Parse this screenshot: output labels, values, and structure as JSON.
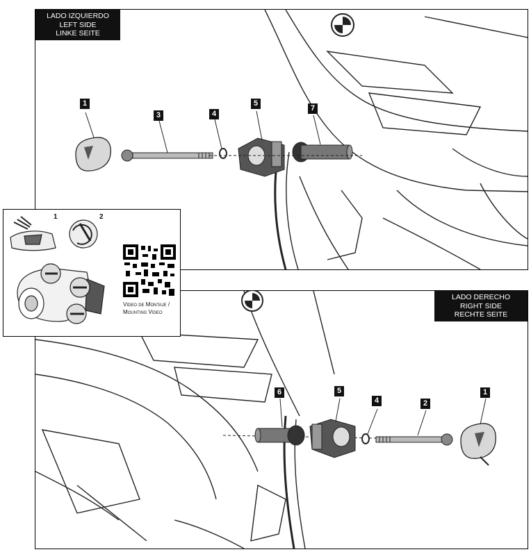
{
  "left_side": {
    "line1": "LADO IZQUIERDO",
    "line2": "LEFT SIDE",
    "line3": "LINKE SEITE"
  },
  "right_side": {
    "line1": "LADO DERECHO",
    "line2": "RIGHT SIDE",
    "line3": "RECHTE SEITE"
  },
  "callouts_top": [
    "1",
    "3",
    "4",
    "5",
    "7"
  ],
  "callouts_bottom": [
    "6",
    "5",
    "4",
    "2",
    "1"
  ],
  "inset": {
    "steps": [
      "1",
      "2"
    ],
    "qr_caption_line1": "Video de Montaje /",
    "qr_caption_line2": "Mounting Video"
  }
}
